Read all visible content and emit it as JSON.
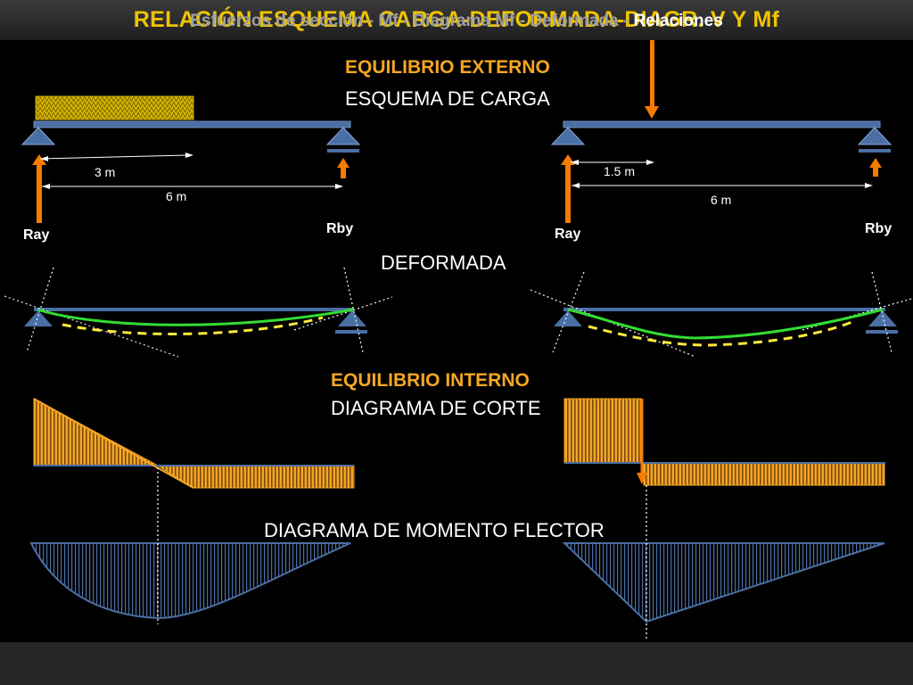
{
  "title": "RELACIÓN ESQUEMA CARGA-DEFORMADA-DIAGR. V Y Mf",
  "sections": {
    "external": "EQUILIBRIO EXTERNO",
    "load": "ESQUEMA DE CARGA",
    "deformed": "DEFORMADA",
    "internal": "EQUILIBRIO INTERNO",
    "shear": "DIAGRAMA DE CORTE",
    "moment": "DIAGRAMA DE MOMENTO FLECTOR"
  },
  "left_beam": {
    "dim_partial": "3 m",
    "dim_total": "6 m",
    "reaction_a": "Ray",
    "reaction_b": "Rby"
  },
  "right_beam": {
    "dim_partial": "1.5 m",
    "dim_total": "6 m",
    "reaction_a": "Ray",
    "reaction_b": "Rby"
  },
  "footer": {
    "text": "Esfuerzos de sección  -  Mf - Diagrama Mf - Deformada - ",
    "highlight": "Relaciones"
  },
  "colors": {
    "title": "#f0c400",
    "section": "#f5a623",
    "beam": "#4a6fa5",
    "arrow": "#f57c00",
    "deformed": "#33dd33",
    "dashed": "#ffeb3b",
    "shear_fill": "#f5a623",
    "moment_fill": "#4a6fa5"
  }
}
